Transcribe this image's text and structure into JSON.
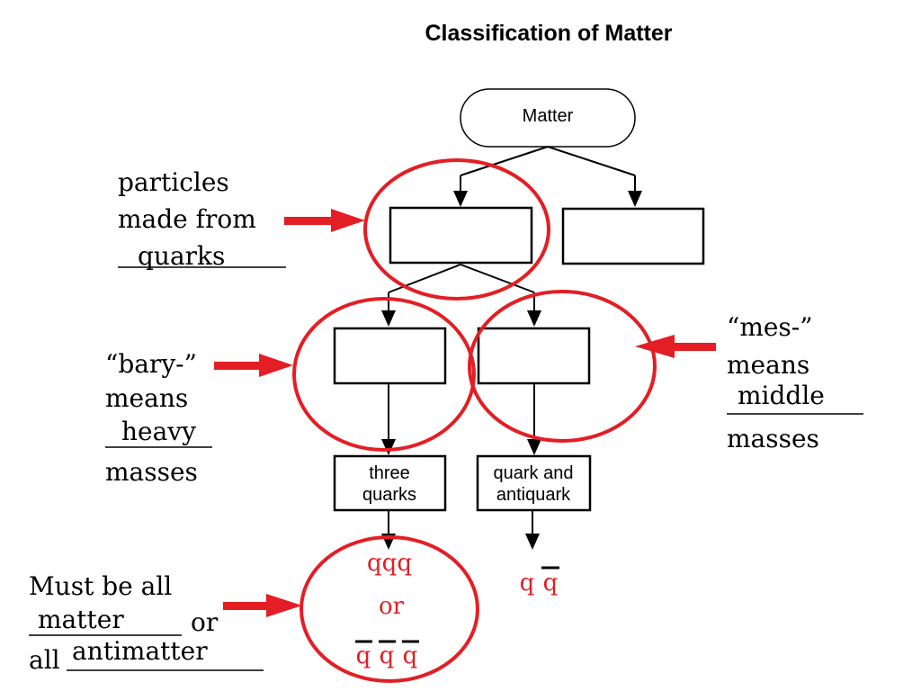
{
  "title": "Classification of Matter",
  "nodes": {
    "matter": "Matter",
    "three_quarks_line1": "three",
    "three_quarks_line2": "quarks",
    "quark_antiquark_line1": "quark and",
    "quark_antiquark_line2": "antiquark"
  },
  "hadron_note": {
    "line1": "particles",
    "line2": "made from",
    "blank": "quarks"
  },
  "baryon_note": {
    "prefix": "“bary-”",
    "means": "means",
    "blank": "heavy",
    "suffix": "masses"
  },
  "meson_note": {
    "prefix": "“mes-”",
    "means": "means",
    "blank": "middle",
    "suffix": "masses"
  },
  "matter_note": {
    "line1": "Must be all",
    "blank1": "matter",
    "or": "or",
    "all": "all",
    "blank2": "antimatter"
  },
  "baryon_quarks": {
    "qqq": "qqq",
    "or": "or",
    "anti_q1": "q",
    "anti_q2": "q",
    "anti_q3": "q"
  },
  "meson_quarks": {
    "q": "q",
    "anti_q": "q"
  },
  "colors": {
    "annotation": "#e31e24",
    "lines": "#000000"
  }
}
